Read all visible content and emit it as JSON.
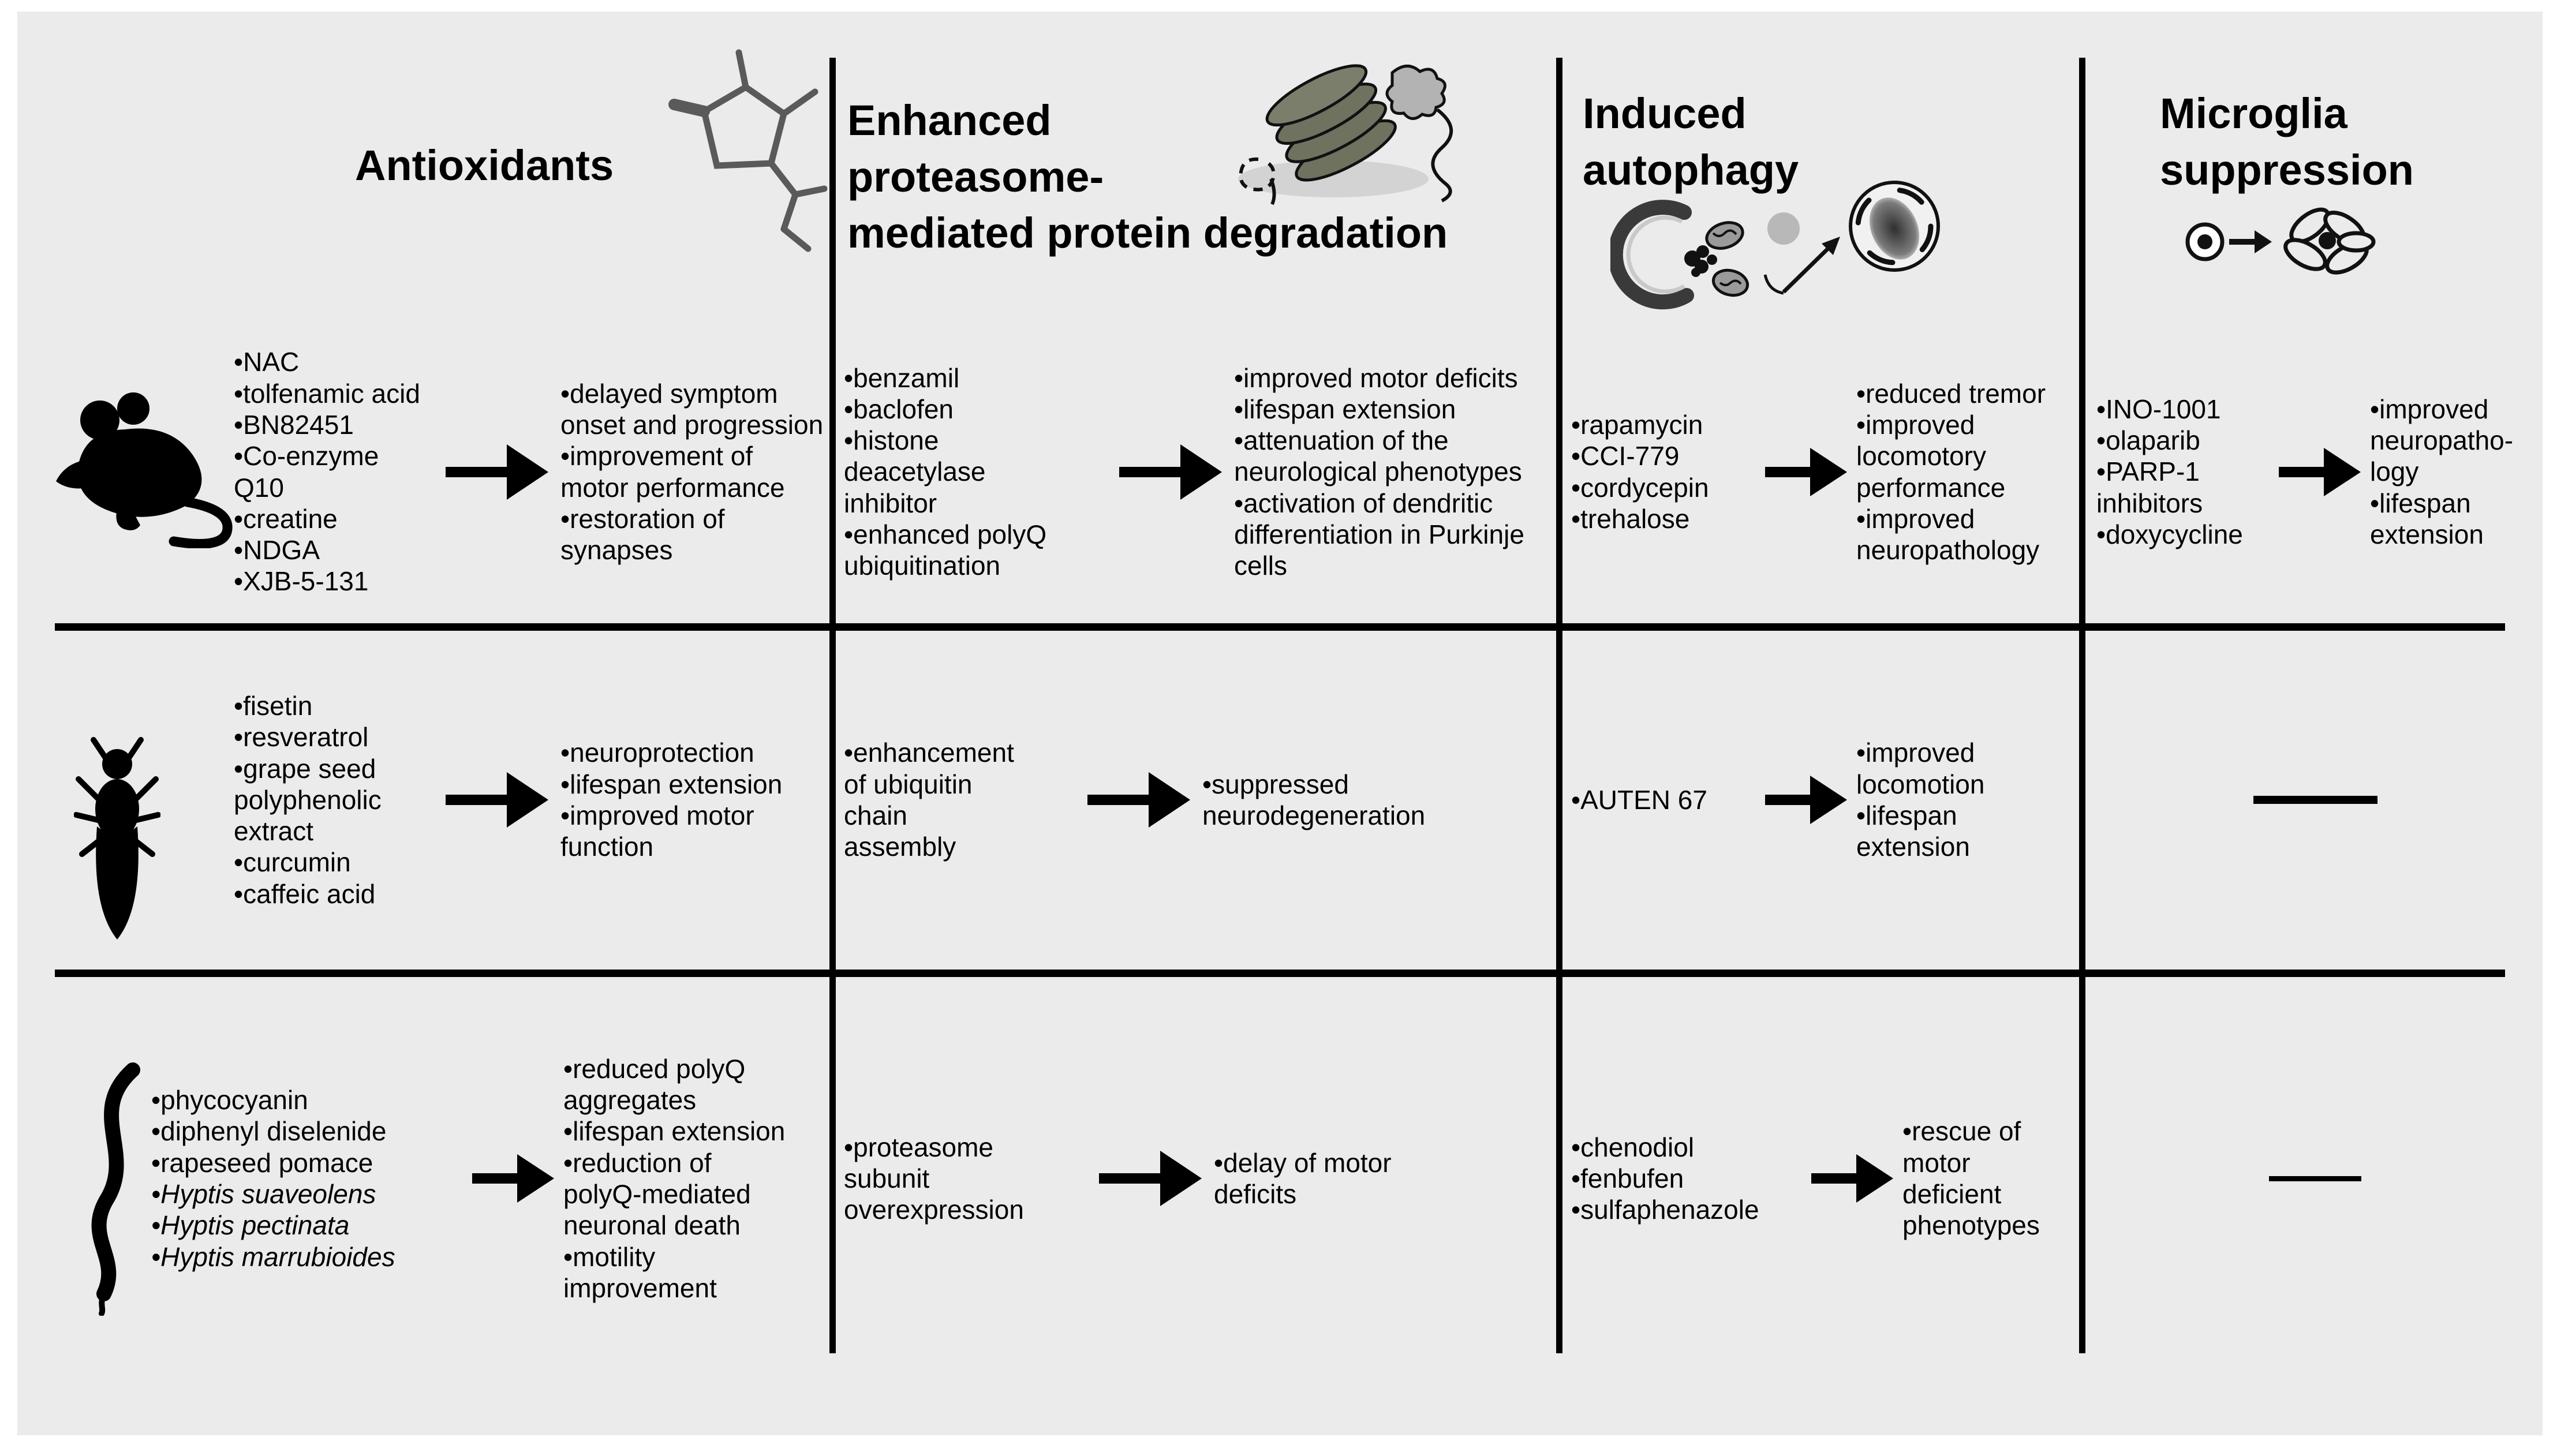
{
  "figure": {
    "background_color": "#ebebeb",
    "line_color": "#000000",
    "molecule_icon_color": "#5a5a5a"
  },
  "columns": [
    {
      "id": "antioxidants",
      "title": "Antioxidants",
      "icon": "molecule-icon"
    },
    {
      "id": "proteasome",
      "title": "Enhanced\nproteasome-\nmediated protein degradation",
      "icon": "proteasome-icon"
    },
    {
      "id": "autophagy",
      "title": "Induced\nautophagy",
      "icon": "autophagy-icon"
    },
    {
      "id": "microglia",
      "title": "Microglia\nsuppression",
      "icon": "microglia-icon"
    }
  ],
  "organisms": [
    {
      "id": "mouse",
      "icon": "mouse-icon"
    },
    {
      "id": "fly",
      "icon": "fly-icon"
    },
    {
      "id": "worm",
      "icon": "worm-icon"
    }
  ],
  "no_data_marker": "—",
  "rows": [
    {
      "organism": "mouse",
      "cells": [
        {
          "treatments": [
            "NAC",
            "tolfenamic acid",
            "BN82451",
            "Co-enzyme\nQ10",
            "creatine",
            "NDGA",
            "XJB-5-131"
          ],
          "outcomes": [
            "delayed symptom\nonset and progression",
            "improvement of\nmotor performance",
            "restoration of\nsynapses"
          ]
        },
        {
          "treatments": [
            "benzamil",
            "baclofen",
            "histone\ndeacetylase\ninhibitor",
            "enhanced polyQ\nubiquitination"
          ],
          "outcomes": [
            "improved motor deficits",
            "lifespan extension",
            "attenuation of the\nneurological phenotypes",
            "activation of dendritic\ndifferentiation in Purkinje\ncells"
          ]
        },
        {
          "treatments": [
            "rapamycin",
            "CCI-779",
            "cordycepin",
            "trehalose"
          ],
          "outcomes": [
            "reduced tremor",
            "improved\nlocomotory\nperformance",
            "improved\nneuropathology"
          ]
        },
        {
          "treatments": [
            "INO-1001",
            "olaparib",
            "PARP-1\ninhibitors",
            "doxycycline"
          ],
          "outcomes": [
            "improved\nneuropatho-\nlogy",
            "lifespan\nextension"
          ]
        }
      ]
    },
    {
      "organism": "fly",
      "cells": [
        {
          "treatments": [
            "fisetin",
            "resveratrol",
            "grape seed\npolyphenolic\nextract",
            "curcumin",
            "caffeic acid"
          ],
          "outcomes": [
            "neuroprotection",
            "lifespan extension",
            "improved motor\nfunction"
          ]
        },
        {
          "treatments": [
            "enhancement\nof ubiquitin\nchain\nassembly"
          ],
          "outcomes": [
            "suppressed\nneurodegeneration"
          ]
        },
        {
          "treatments": [
            "AUTEN 67"
          ],
          "outcomes": [
            "improved\nlocomotion",
            "lifespan\nextension"
          ]
        },
        {
          "no_data": true
        }
      ]
    },
    {
      "organism": "worm",
      "cells": [
        {
          "treatments": [
            "phycocyanin",
            "diphenyl diselenide",
            "rapeseed pomace",
            {
              "text": "Hyptis suaveolens",
              "italic": true
            },
            {
              "text": "Hyptis pectinata",
              "italic": true
            },
            {
              "text": "Hyptis marrubioides",
              "italic": true
            }
          ],
          "outcomes": [
            "reduced polyQ\naggregates",
            "lifespan extension",
            "reduction of\npolyQ-mediated\nneuronal death",
            "motility\nimprovement"
          ]
        },
        {
          "treatments": [
            "proteasome\nsubunit\noverexpression"
          ],
          "outcomes": [
            "delay of motor\ndeficits"
          ]
        },
        {
          "treatments": [
            "chenodiol",
            "fenbufen",
            "sulfaphenazole"
          ],
          "outcomes": [
            "rescue of\nmotor\ndeficient\nphenotypes"
          ]
        },
        {
          "no_data": true
        }
      ]
    }
  ]
}
